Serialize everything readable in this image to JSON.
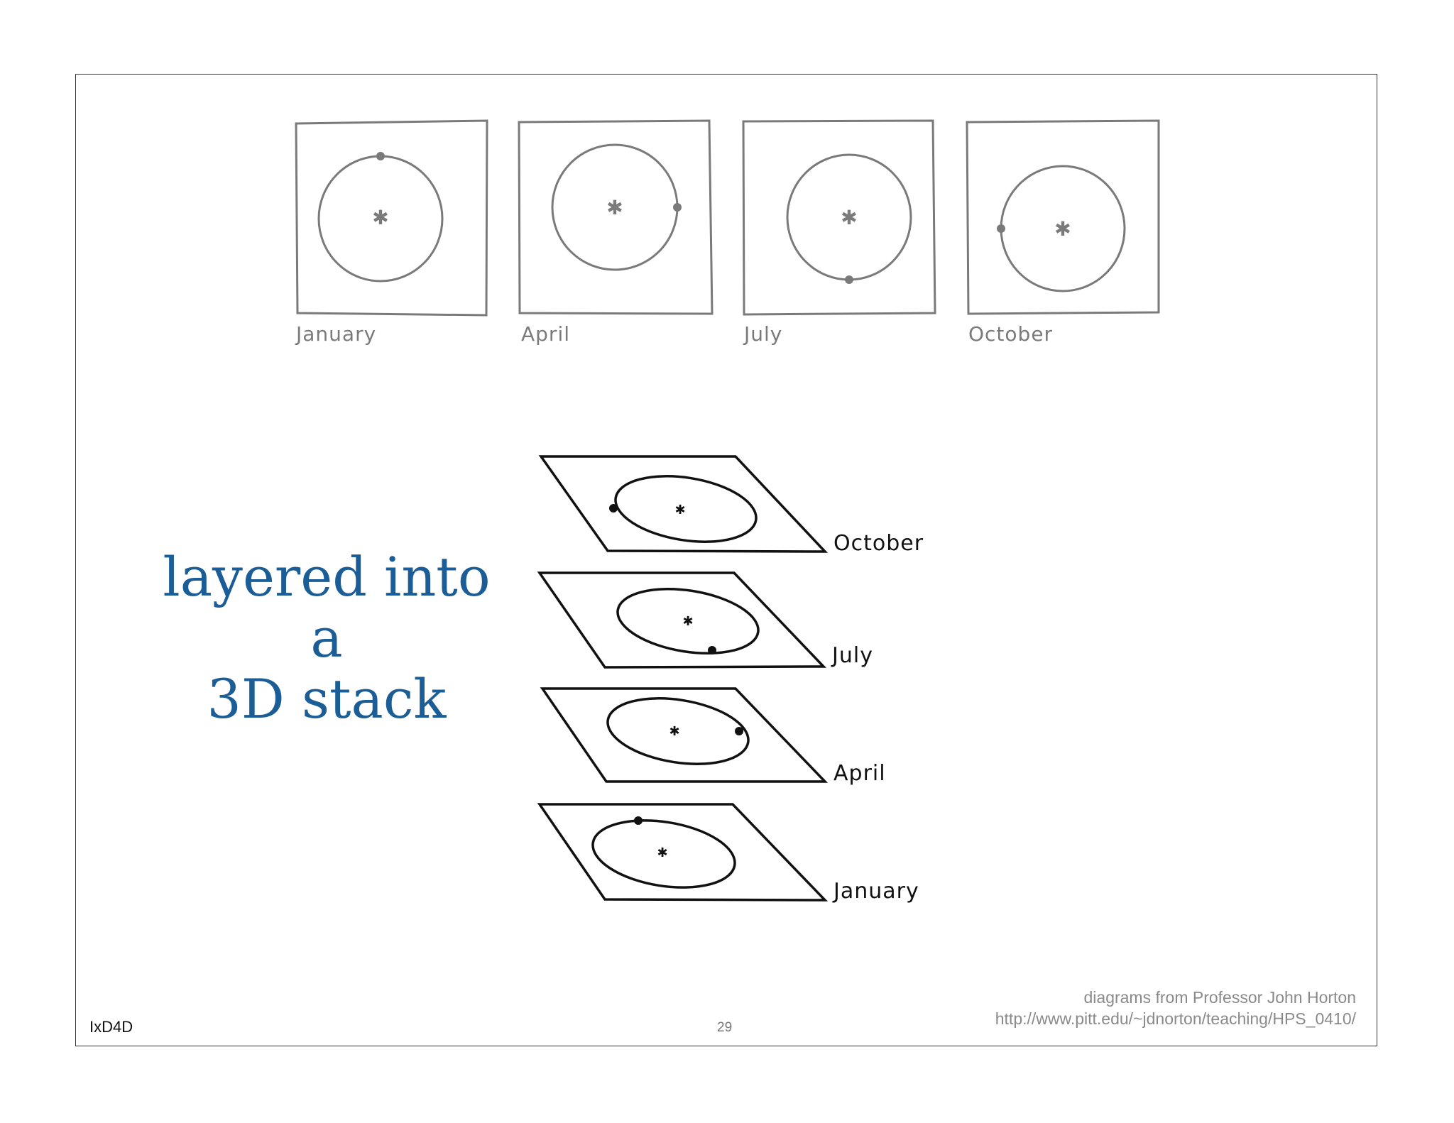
{
  "top_panels": [
    {
      "label": "January"
    },
    {
      "label": "April"
    },
    {
      "label": "July"
    },
    {
      "label": "October"
    }
  ],
  "stack_layers": [
    {
      "label": "October"
    },
    {
      "label": "July"
    },
    {
      "label": "April"
    },
    {
      "label": "January"
    }
  ],
  "title": {
    "line1": "layered into a",
    "line2": "3D stack"
  },
  "footer": {
    "left": "IxD4D",
    "page_number": "29"
  },
  "credit": {
    "line1": "diagrams from Professor John Horton",
    "line2": "http://www.pitt.edu/~jdnorton/teaching/HPS_0410/"
  },
  "colors": {
    "title": "#1b5e97",
    "sketch_gray": "#7a7a7a",
    "sketch_black": "#111111"
  }
}
